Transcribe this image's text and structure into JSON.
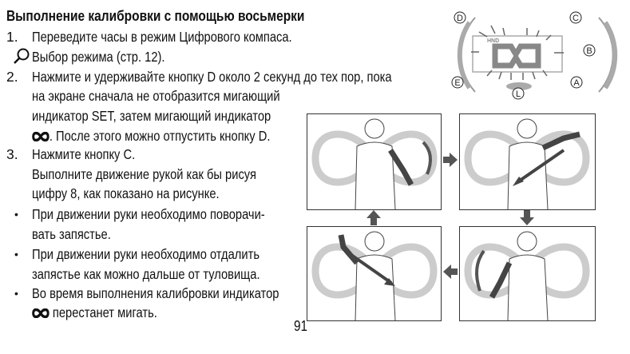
{
  "title": "Выполнение калибровки с помощью восьмерки",
  "steps": {
    "s1_num": "1.",
    "s1_l1": "Переведите часы в режим Цифрового компаса.",
    "s1_ref": "Выбор режима (стр. 12).",
    "s2_num": "2.",
    "s2_l1": "Нажмите и удерживайте кнопку D около 2 секунд до тех пор, пока",
    "s2_l2": "на экране сначала не отобразится мигающий",
    "s2_l3": "индикатор SET, затем мигающий индикатор",
    "s2_l4": ". После этого можно отпустить кнопку D.",
    "s3_num": "3.",
    "s3_l1": "Нажмите кнопку C.",
    "s3_l2": "Выполните движение рукой как бы рисуя",
    "s3_l3": "цифру 8, как показано на рисунке."
  },
  "bullets": {
    "b1_l1": "При движении руки необходимо поворачи-",
    "b1_l2": "вать запястье.",
    "b2_l1": "При движении руки необходимо отдалить",
    "b2_l2": "запястье как можно дальше от туловища.",
    "b3_l1": "Во время выполнения калибровки индикатор",
    "b3_l2": " перестанет мигать."
  },
  "bullet_char": "•",
  "watch": {
    "buttons": [
      "D",
      "C",
      "B",
      "E",
      "A",
      "L"
    ],
    "lcd_label": "HND"
  },
  "page_number": "91"
}
